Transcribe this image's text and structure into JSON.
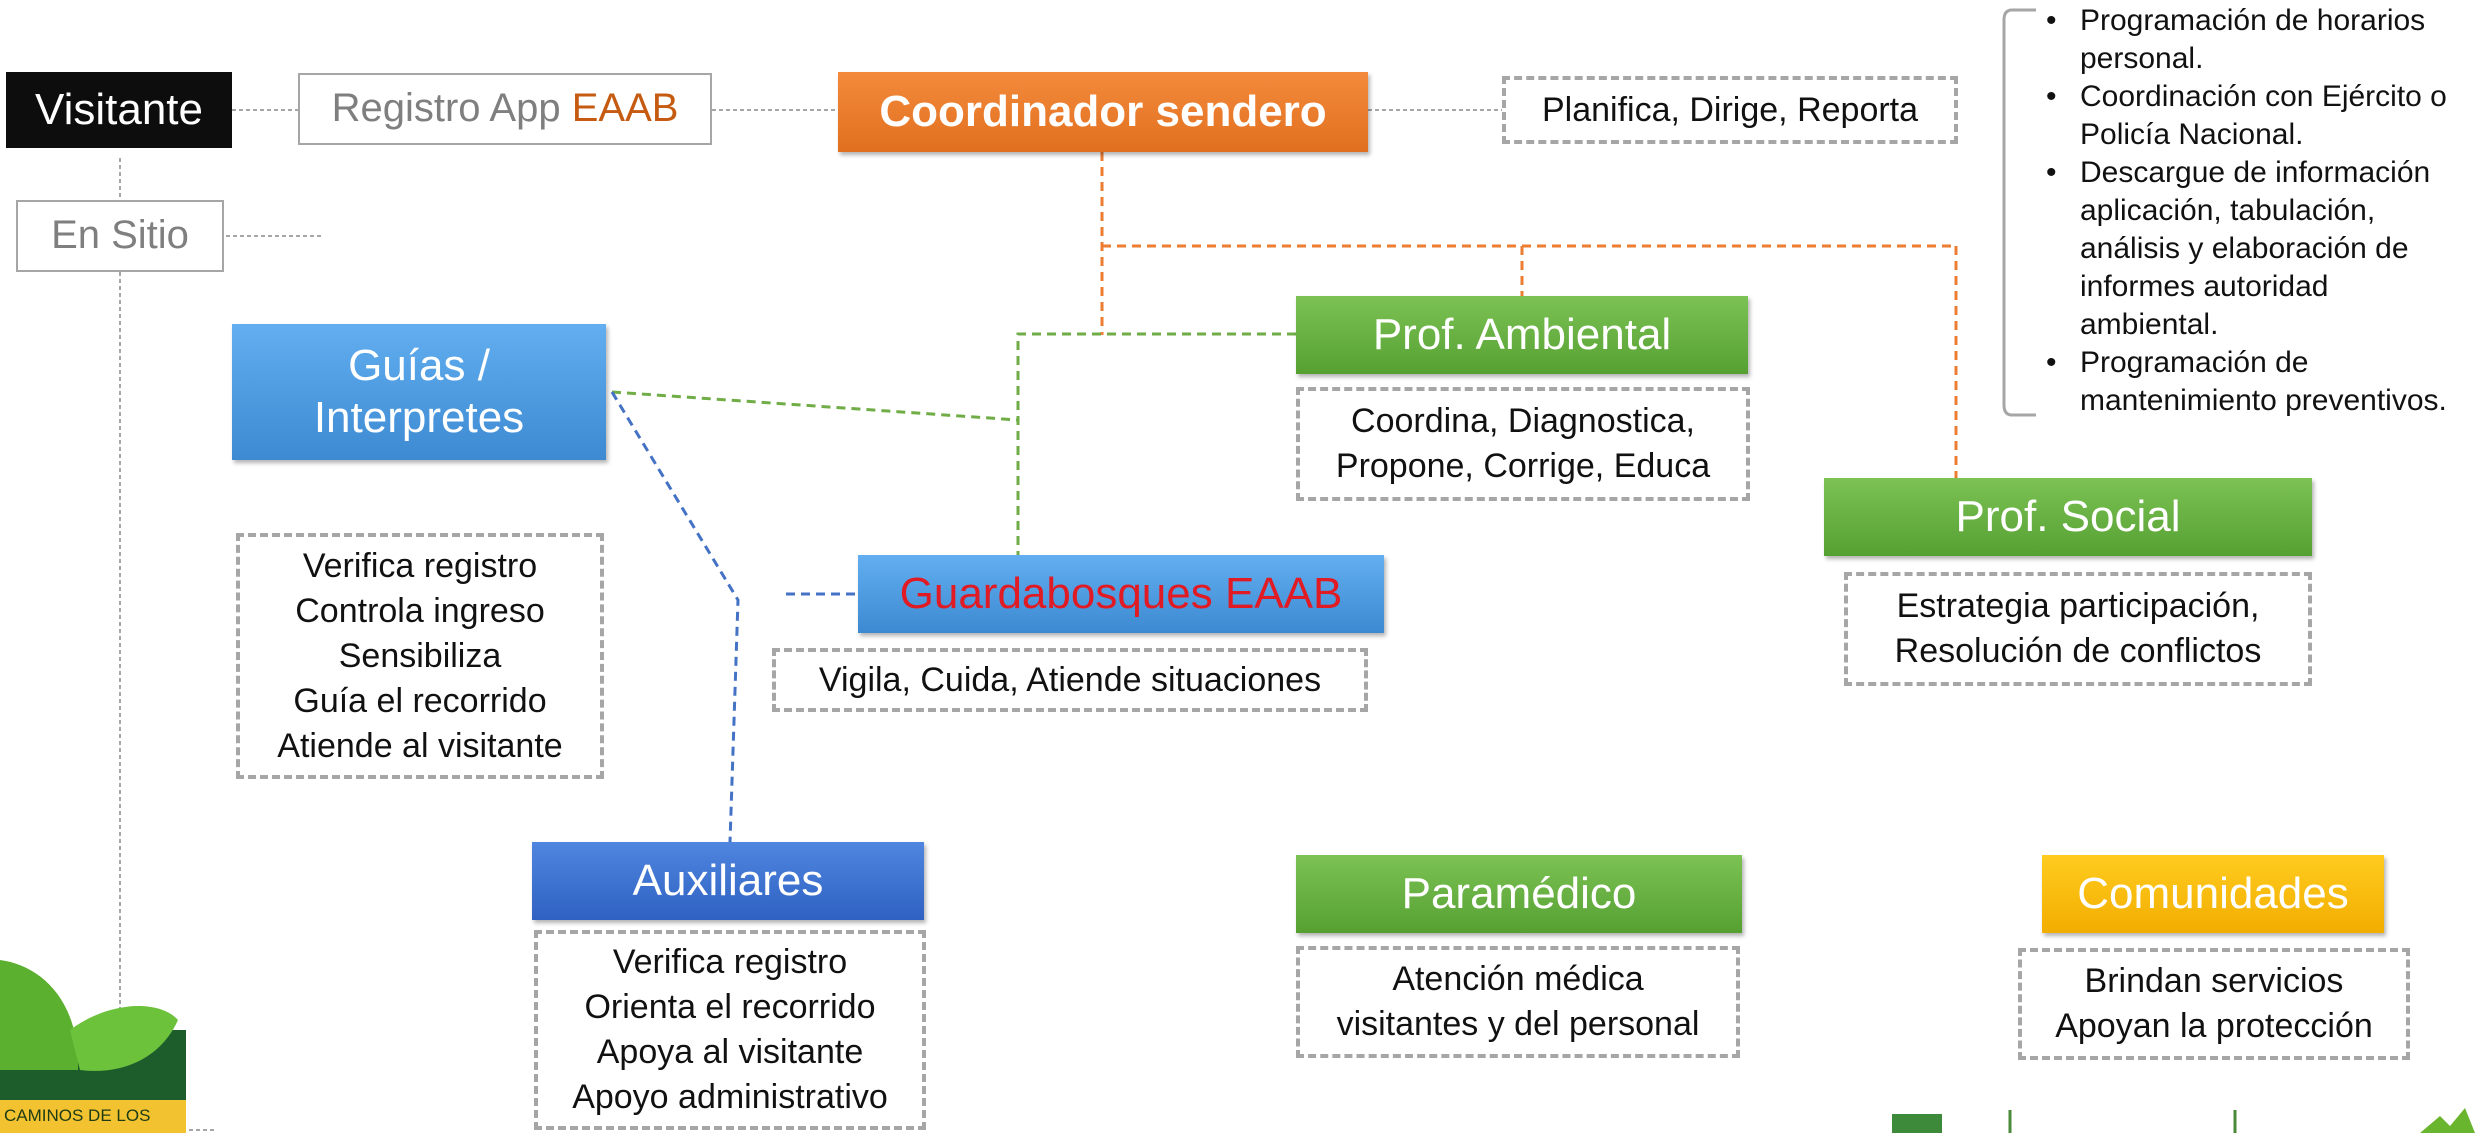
{
  "nodes": {
    "visitante": "Visitante",
    "registro_prefix": "Registro App ",
    "registro_brand": "EAAB",
    "en_sitio": "En Sitio",
    "coordinador": "Coordinador sendero",
    "coordinador_roles": "Planifica, Dirige, Reporta",
    "guias": [
      "Guías /",
      "Interpretes"
    ],
    "guias_roles": [
      "Verifica registro",
      "Controla ingreso",
      "Sensibiliza",
      "Guía el recorrido",
      "Atiende al visitante"
    ],
    "prof_ambiental": "Prof. Ambiental",
    "prof_ambiental_roles": [
      "Coordina, Diagnostica,",
      "Propone, Corrige, Educa"
    ],
    "guardabosques": "Guardabosques EAAB",
    "guardabosques_roles": "Vigila, Cuida, Atiende situaciones",
    "prof_social": "Prof. Social",
    "prof_social_roles": [
      "Estrategia participación,",
      "Resolución de conflictos"
    ],
    "auxiliares": "Auxiliares",
    "auxiliares_roles": [
      "Verifica registro",
      "Orienta el recorrido",
      "Apoya al visitante",
      "Apoyo administrativo"
    ],
    "paramedico": "Paramédico",
    "paramedico_roles": [
      "Atención médica",
      "visitantes y del personal"
    ],
    "comunidades": "Comunidades",
    "comunidades_roles": [
      "Brindan servicios",
      "Apoyan la protección"
    ]
  },
  "coordinator_tasks": [
    [
      "Programación de horarios",
      "personal."
    ],
    [
      "Coordinación con Ejército o",
      "Policía Nacional."
    ],
    [
      "Descargue de información",
      "aplicación, tabulación,",
      "análisis y elaboración de",
      "informes autoridad",
      "ambiental."
    ],
    [
      "Programación de",
      "mantenimiento preventivos."
    ]
  ],
  "logo_text": "CAMINOS DE LOS",
  "colors": {
    "orange": "#ed7d31",
    "green": "#70ad47",
    "blue": "#4a90d9",
    "red_text": "#e01b24",
    "brand_orange": "#c55a11",
    "yellow": "#ffc000",
    "black": "#0d0d0d"
  }
}
